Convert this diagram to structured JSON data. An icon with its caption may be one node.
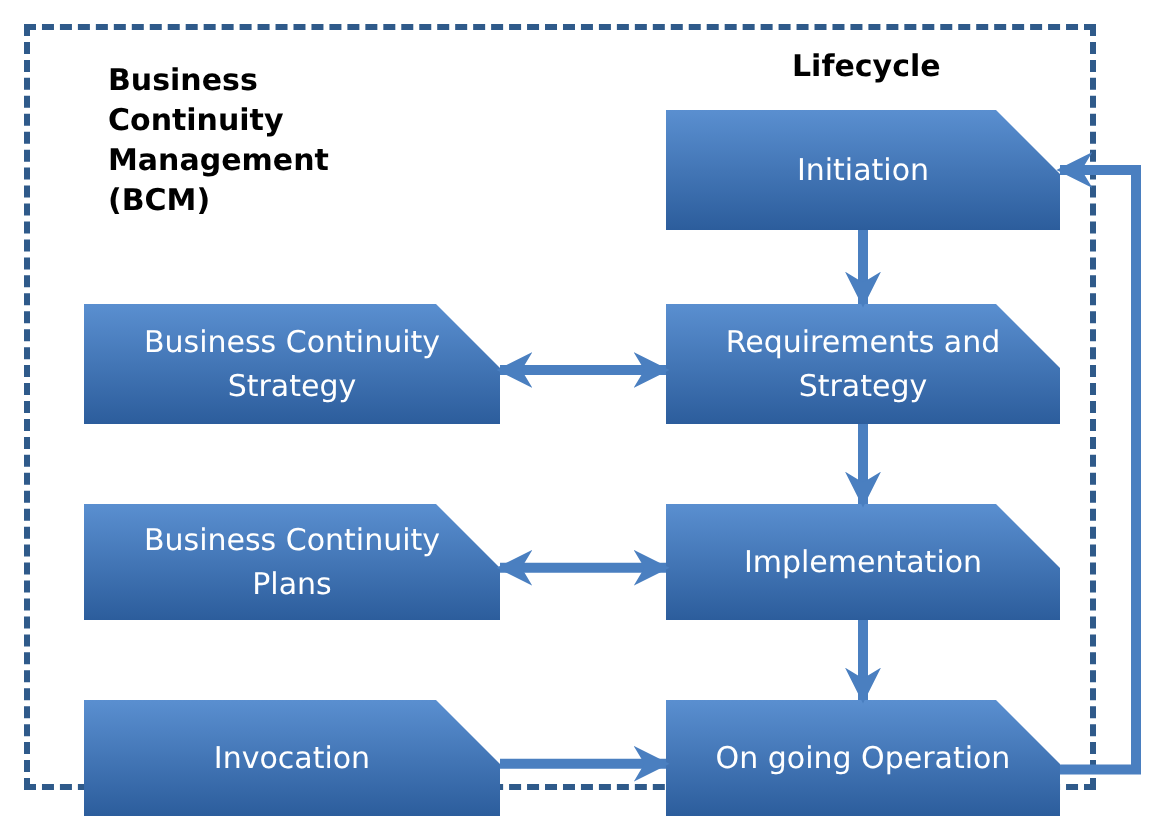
{
  "diagram": {
    "nodes": [
      {
        "text": [
          "Initiation"
        ]
      },
      {
        "text": [
          "Business Continuity Strategy"
        ]
      },
      {
        "text": [
          "Requirements and Strategy"
        ]
      },
      {
        "text": [
          "Business Continuity Plans"
        ]
      },
      {
        "text": [
          "Implementation"
        ]
      },
      {
        "text": [
          "Invocation"
        ]
      },
      {
        "text": [
          "On going Operation"
        ]
      }
    ],
    "edges": [
      {
        "from": 0,
        "to": 2,
        "arrow": "to"
      },
      {
        "from": 2,
        "to": 4,
        "arrow": "to"
      },
      {
        "from": 4,
        "to": 6,
        "arrow": "to"
      },
      {
        "from": 1,
        "to": 2,
        "arrow": "both"
      },
      {
        "from": 3,
        "to": 4,
        "arrow": "both"
      },
      {
        "from": 5,
        "to": 6,
        "arrow": "to"
      },
      {
        "from": 6,
        "to": 0,
        "arrow": "to"
      }
    ],
    "labels": [
      "Business Continuity Management (BCM)",
      "Lifecycle"
    ]
  }
}
